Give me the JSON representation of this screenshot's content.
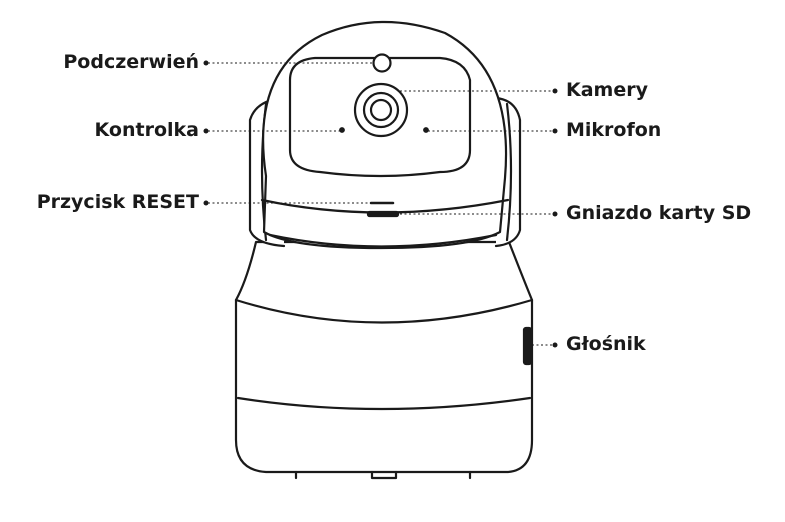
{
  "labels": {
    "infrared": "Podczerwień",
    "camera": "Kamery",
    "indicator": "Kontrolka",
    "microphone": "Mikrofon",
    "reset": "Przycisk RESET",
    "sd_slot": "Gniazdo karty SD",
    "speaker": "Głośnik"
  },
  "colors": {
    "outline": "#1a1a1a",
    "text": "#1a1a1a",
    "background": "#ffffff"
  }
}
